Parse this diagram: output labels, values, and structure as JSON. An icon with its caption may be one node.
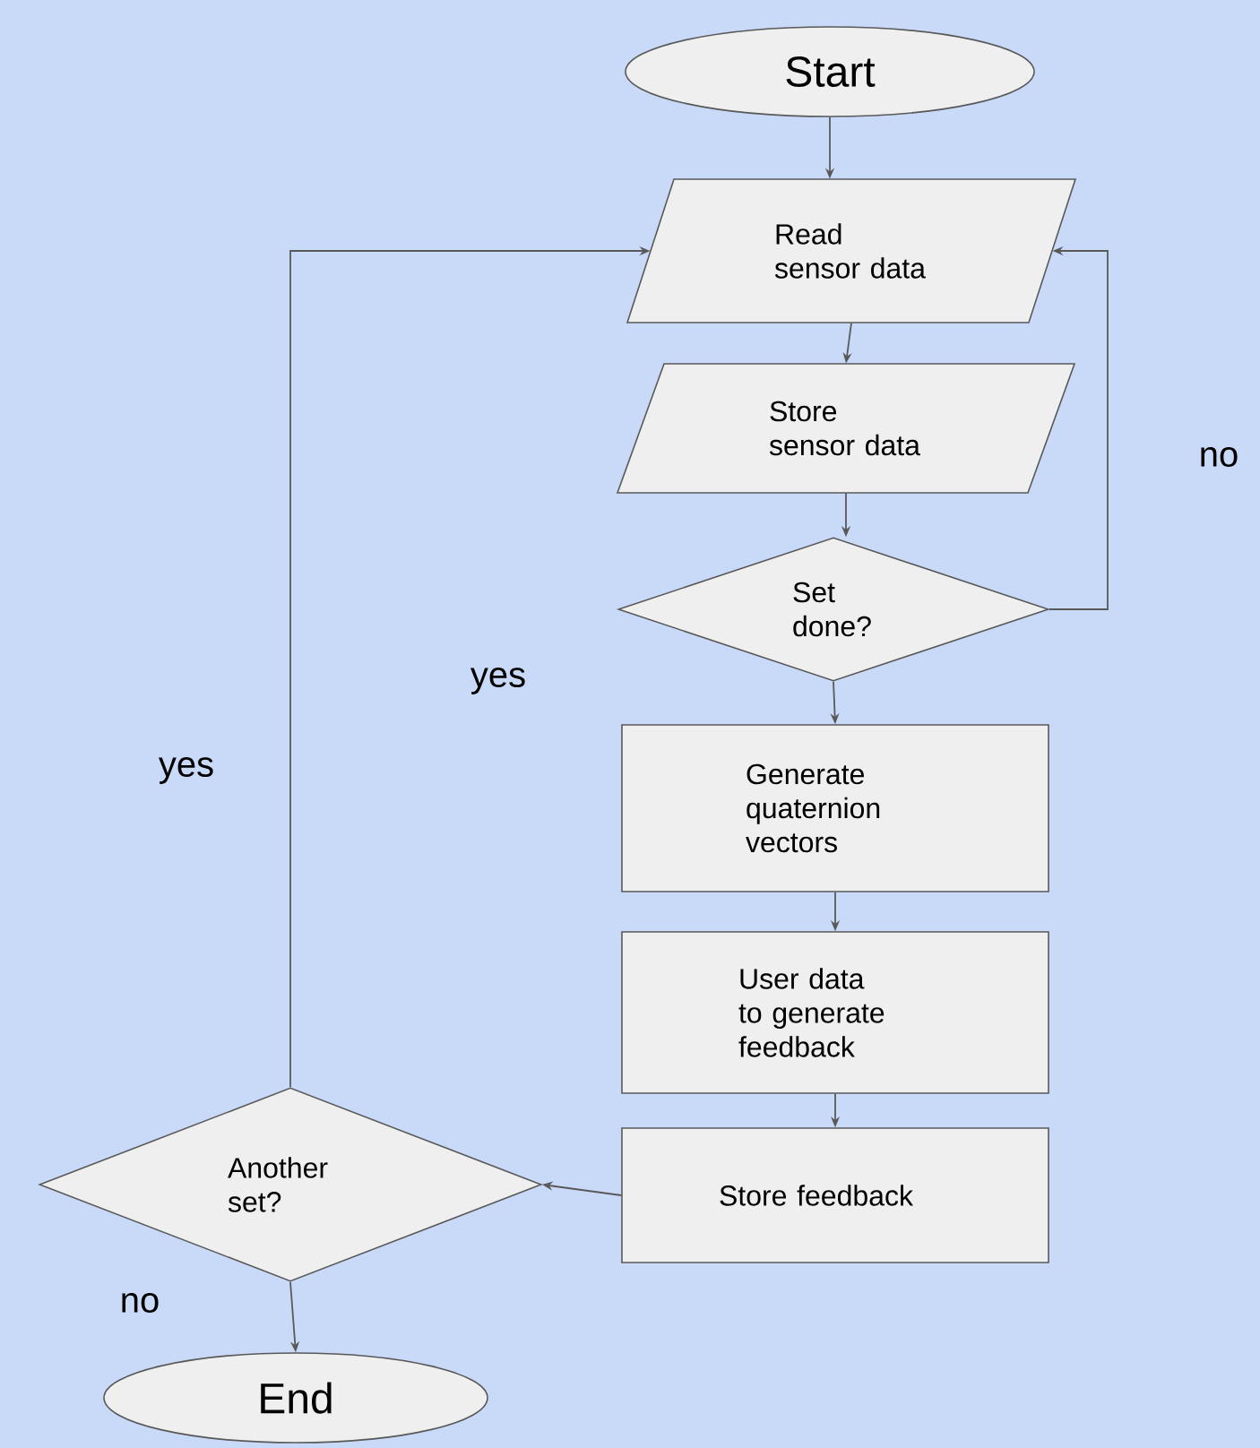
{
  "diagram": {
    "nodes": [
      {
        "text": [
          "Start"
        ]
      },
      {
        "text": [
          "Read sensor data"
        ]
      },
      {
        "text": [
          "Store sensor data"
        ]
      },
      {
        "text": [
          "Set done?"
        ]
      },
      {
        "text": [
          "Generate quaternion vectors"
        ]
      },
      {
        "text": [
          "User data to generate feedback"
        ]
      },
      {
        "text": [
          "Store feedback"
        ]
      },
      {
        "text": [
          "Another set?"
        ]
      },
      {
        "text": [
          "End"
        ]
      }
    ],
    "edges": [
      {
        "from": 0,
        "to": 1,
        "arrow": "to"
      },
      {
        "from": 1,
        "to": 2,
        "arrow": "to"
      },
      {
        "from": 2,
        "to": 3,
        "arrow": "to"
      },
      {
        "from": 3,
        "to": 1,
        "arrow": "to",
        "label": "no"
      },
      {
        "from": 3,
        "to": 4,
        "arrow": "to"
      },
      {
        "from": 4,
        "to": 5,
        "arrow": "to"
      },
      {
        "from": 5,
        "to": 6,
        "arrow": "to"
      },
      {
        "from": 6,
        "to": 7,
        "arrow": "to"
      },
      {
        "from": 7,
        "to": 1,
        "arrow": "to",
        "label": "yes"
      },
      {
        "from": 7,
        "to": 8,
        "arrow": "to",
        "label": "no"
      }
    ],
    "labels": [
      "yes"
    ]
  }
}
